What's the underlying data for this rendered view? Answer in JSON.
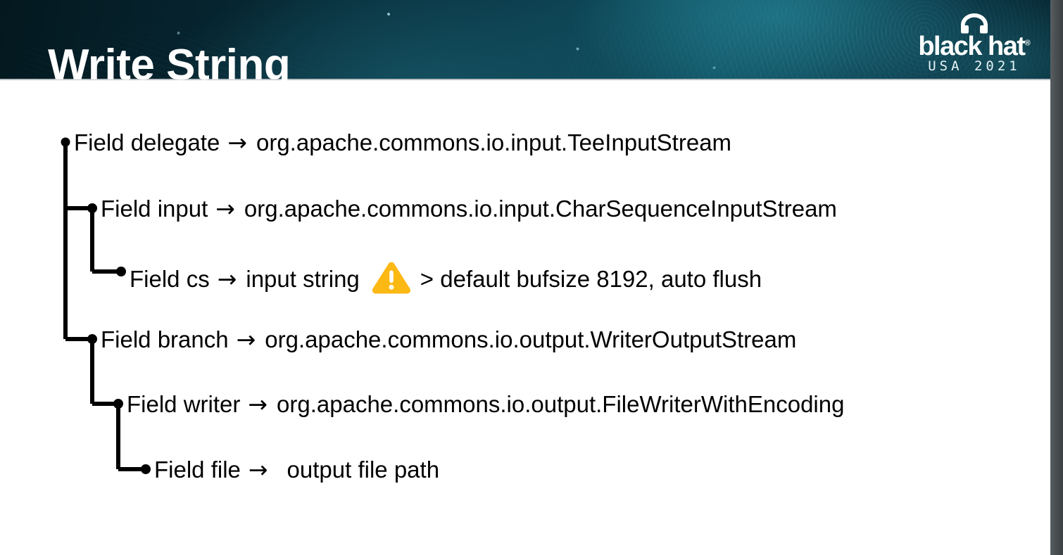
{
  "slide": {
    "title": "Write String",
    "logo": {
      "mark": "blackhat-headphones-icon",
      "wordmark": "black hat",
      "registered": "®",
      "subtitle": "USA 2021"
    }
  },
  "colors": {
    "header_dark": "#04181f",
    "header_teal": "#115364",
    "title_text": "#ffffff",
    "body_text": "#000000",
    "tree_line": "#000000",
    "warning_amber": "#FCB813",
    "warning_glyph": "#ffffff",
    "page_background": "#ffffff",
    "window_edge": "#4b5053",
    "header_rule": "#b9c0c4"
  },
  "tree": {
    "arrow_glyph": "→",
    "nodes": [
      {
        "id": "delegate",
        "depth": 0,
        "label": "Field delegate",
        "arrow": "→",
        "value": "org.apache.commons.io.input.TeeInputStream",
        "warning": false,
        "note": ""
      },
      {
        "id": "input",
        "depth": 1,
        "label": "Field input",
        "arrow": "→",
        "value": "org.apache.commons.io.input.CharSequenceInputStream",
        "warning": false,
        "note": ""
      },
      {
        "id": "cs",
        "depth": 2,
        "label": "Field cs",
        "arrow": "→",
        "value": "input string",
        "warning": true,
        "warning_icon": "warning-triangle-icon",
        "note": "> default bufsize 8192, auto flush"
      },
      {
        "id": "branch",
        "depth": 1,
        "label": "Field branch",
        "arrow": "→",
        "value": "org.apache.commons.io.output.WriterOutputStream",
        "warning": false,
        "note": ""
      },
      {
        "id": "writer",
        "depth": 2,
        "label": "Field writer",
        "arrow": "→",
        "value": "org.apache.commons.io.output.FileWriterWithEncoding",
        "warning": false,
        "note": ""
      },
      {
        "id": "file",
        "depth": 3,
        "label": "Field file",
        "arrow": "→",
        "value": "output file path",
        "warning": false,
        "note": ""
      }
    ]
  }
}
